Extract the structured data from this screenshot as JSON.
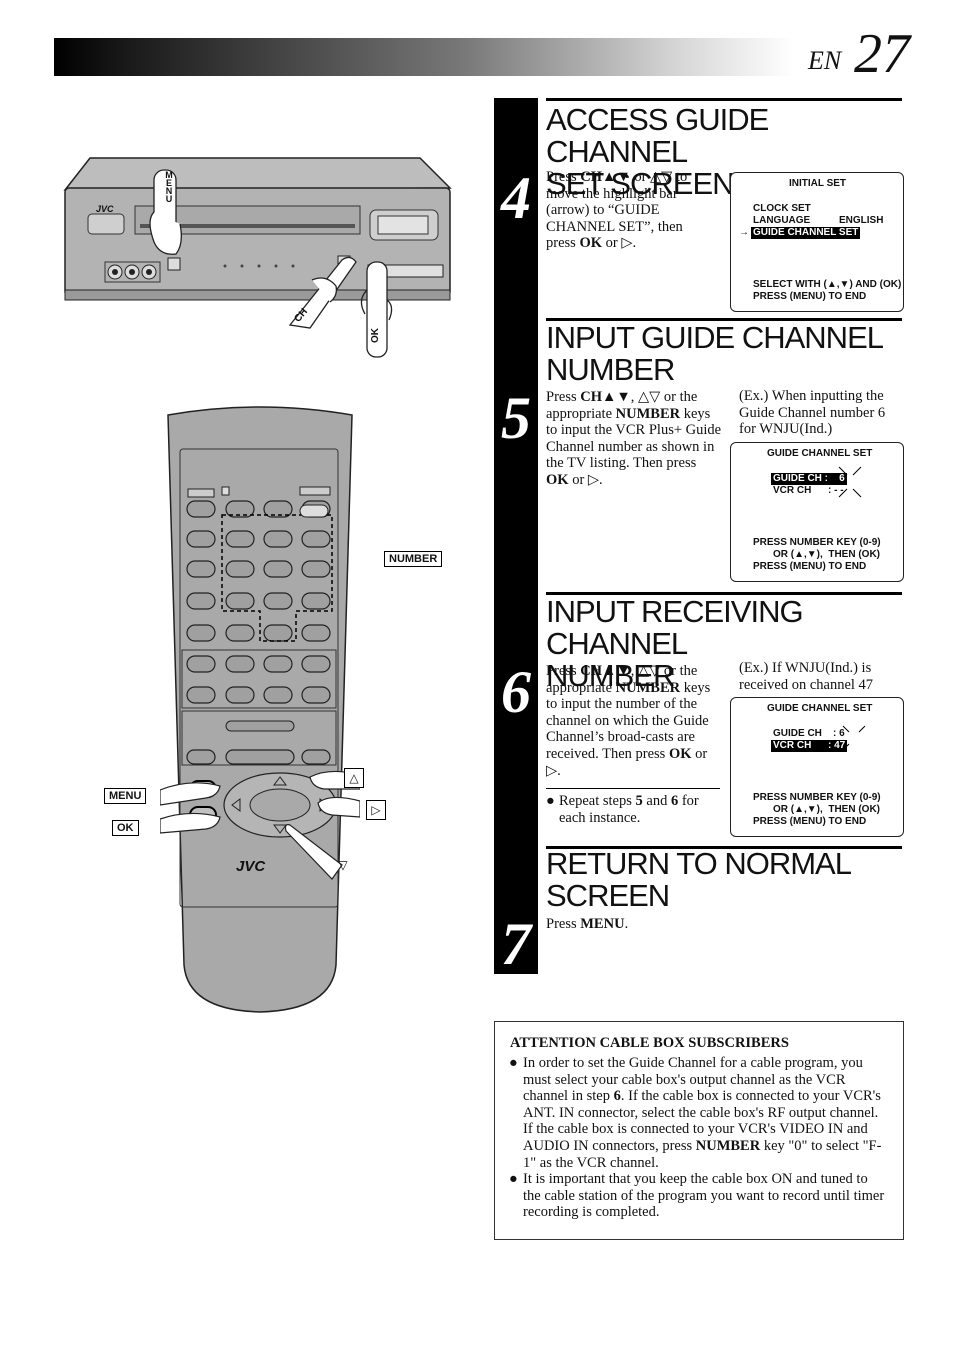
{
  "header": {
    "lang": "EN",
    "page": "27"
  },
  "steps": [
    {
      "number": "4",
      "title_l1": "ACCESS GUIDE CHANNEL",
      "title_l2": "SET SCREEN",
      "text": [
        "Press ",
        "CH▲▼",
        " or △▽ to move the highlight bar (arrow) to “GUIDE CHANNEL SET”, then press ",
        "OK",
        " or ▷."
      ],
      "screen": {
        "title": "INITIAL SET",
        "line1": "CLOCK SET",
        "line2_label": "LANGUAGE",
        "line2_value": "ENGLISH",
        "arrow": "→",
        "selected": "GUIDE CHANNEL SET",
        "footer1": "SELECT WITH (▲,▼) AND (OK)",
        "footer2": "PRESS (MENU) TO END"
      }
    },
    {
      "number": "5",
      "title_l1": "INPUT GUIDE CHANNEL",
      "title_l2": "NUMBER",
      "text": [
        "Press ",
        "CH▲▼",
        ", △▽ or the appropriate ",
        "NUMBER",
        " keys to input the VCR Plus+ Guide Channel number as shown in the TV listing. Then press ",
        "OK",
        " or ▷."
      ],
      "example": "(Ex.) When inputting the Guide Channel number 6 for WNJU(Ind.)",
      "screen": {
        "title": "GUIDE CHANNEL SET",
        "row1": "GUIDE CH :    6",
        "row2": "VCR CH      : - -",
        "footer1": "PRESS NUMBER KEY (0-9)",
        "footer2": "OR (▲,▼),  THEN (OK)",
        "footer3": "PRESS (MENU) TO END"
      }
    },
    {
      "number": "6",
      "title_l1": "INPUT RECEIVING CHANNEL",
      "title_l2": "NUMBER",
      "text": [
        "Press ",
        "CH▲▼",
        ", △▽ or the appropriate ",
        "NUMBER",
        " keys to input the number of the channel on which the Guide Channel’s broad-casts are received. Then press ",
        "OK",
        " or ▷."
      ],
      "example": "(Ex.) If WNJU(Ind.) is received on channel 47",
      "note": [
        "Repeat steps ",
        "5",
        " and ",
        "6",
        " for each instance."
      ],
      "screen": {
        "title": "GUIDE CHANNEL SET",
        "row1": "GUIDE CH    : 6",
        "row2": "VCR CH      : 47",
        "footer1": "PRESS NUMBER KEY (0-9)",
        "footer2": "OR (▲,▼),  THEN (OK)",
        "footer3": "PRESS (MENU) TO END"
      }
    },
    {
      "number": "7",
      "title_l1": "RETURN TO NORMAL",
      "title_l2": "SCREEN",
      "text": [
        "Press ",
        "MENU",
        "."
      ]
    }
  ],
  "attention": {
    "heading": "ATTENTION CABLE BOX SUBSCRIBERS",
    "bullet1": [
      "In order to set the Guide Channel for a cable program, you must select your cable box's output channel as the VCR channel in step ",
      "6",
      ". If the cable box is connected to your VCR's ANT. IN connector, select the cable box's RF output channel. If the cable box is connected to your VCR's VIDEO IN and AUDIO IN connectors, press ",
      "NUMBER",
      " key \"0\" to select \"F-1\" as the VCR channel."
    ],
    "bullet2": "It is important that you keep the cable box ON and tuned to the cable station of the program you want to record until timer recording is completed."
  },
  "illustrations": {
    "vcr_brand": "JVC",
    "vcr_menu_label": "MENU",
    "vcr_ch_label": "CH",
    "vcr_ok_label": "OK",
    "remote_brand": "JVC",
    "remote_number_label": "NUMBER",
    "remote_menu_label": "MENU",
    "remote_ok_label": "OK"
  }
}
